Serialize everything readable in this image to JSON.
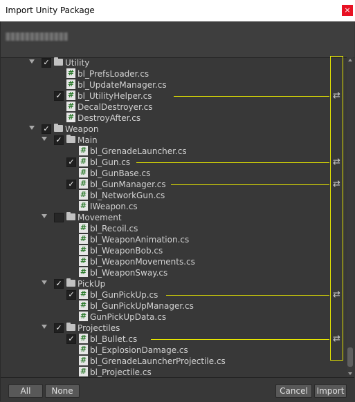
{
  "window": {
    "title": "Import Unity Package",
    "close_glyph": "×"
  },
  "tree": [
    {
      "label": "Utility",
      "kind": "folder",
      "depth": 1,
      "expanded": true,
      "checked": true,
      "changed": false
    },
    {
      "label": "bl_PrefsLoader.cs",
      "kind": "script",
      "depth": 2,
      "checked": null,
      "changed": false
    },
    {
      "label": "bl_UpdateManager.cs",
      "kind": "script",
      "depth": 2,
      "checked": null,
      "changed": false
    },
    {
      "label": "bl_UtilityHelper.cs",
      "kind": "script",
      "depth": 2,
      "checked": true,
      "changed": true
    },
    {
      "label": "DecalDestroyer.cs",
      "kind": "script",
      "depth": 2,
      "checked": null,
      "changed": false
    },
    {
      "label": "DestroyAfter.cs",
      "kind": "script",
      "depth": 2,
      "checked": null,
      "changed": false
    },
    {
      "label": "Weapon",
      "kind": "folder",
      "depth": 1,
      "expanded": true,
      "checked": true,
      "changed": false
    },
    {
      "label": "Main",
      "kind": "folder",
      "depth": 2,
      "expanded": true,
      "checked": true,
      "changed": false
    },
    {
      "label": "bl_GrenadeLauncher.cs",
      "kind": "script",
      "depth": 3,
      "checked": null,
      "changed": false
    },
    {
      "label": "bl_Gun.cs",
      "kind": "script",
      "depth": 3,
      "checked": true,
      "changed": true
    },
    {
      "label": "bl_GunBase.cs",
      "kind": "script",
      "depth": 3,
      "checked": null,
      "changed": false
    },
    {
      "label": "bl_GunManager.cs",
      "kind": "script",
      "depth": 3,
      "checked": true,
      "changed": true
    },
    {
      "label": "bl_NetworkGun.cs",
      "kind": "script",
      "depth": 3,
      "checked": null,
      "changed": false
    },
    {
      "label": "IWeapon.cs",
      "kind": "script",
      "depth": 3,
      "checked": null,
      "changed": false
    },
    {
      "label": "Movement",
      "kind": "folder",
      "depth": 2,
      "expanded": true,
      "checked": false,
      "changed": false
    },
    {
      "label": "bl_Recoil.cs",
      "kind": "script",
      "depth": 3,
      "checked": null,
      "changed": false
    },
    {
      "label": "bl_WeaponAnimation.cs",
      "kind": "script",
      "depth": 3,
      "checked": null,
      "changed": false
    },
    {
      "label": "bl_WeaponBob.cs",
      "kind": "script",
      "depth": 3,
      "checked": null,
      "changed": false
    },
    {
      "label": "bl_WeaponMovements.cs",
      "kind": "script",
      "depth": 3,
      "checked": null,
      "changed": false
    },
    {
      "label": "bl_WeaponSway.cs",
      "kind": "script",
      "depth": 3,
      "checked": null,
      "changed": false
    },
    {
      "label": "PickUp",
      "kind": "folder",
      "depth": 2,
      "expanded": true,
      "checked": true,
      "changed": false
    },
    {
      "label": "bl_GunPickUp.cs",
      "kind": "script",
      "depth": 3,
      "checked": true,
      "changed": true
    },
    {
      "label": "bl_GunPickUpManager.cs",
      "kind": "script",
      "depth": 3,
      "checked": null,
      "changed": false
    },
    {
      "label": "GunPickUpData.cs",
      "kind": "script",
      "depth": 3,
      "checked": null,
      "changed": false
    },
    {
      "label": "Projectiles",
      "kind": "folder",
      "depth": 2,
      "expanded": true,
      "checked": true,
      "changed": false
    },
    {
      "label": "bl_Bullet.cs",
      "kind": "script",
      "depth": 3,
      "checked": true,
      "changed": true
    },
    {
      "label": "bl_ExplosionDamage.cs",
      "kind": "script",
      "depth": 3,
      "checked": null,
      "changed": false
    },
    {
      "label": "bl_GrenadeLauncherProjectile.cs",
      "kind": "script",
      "depth": 3,
      "checked": null,
      "changed": false
    },
    {
      "label": "bl_Projectile.cs",
      "kind": "script",
      "depth": 3,
      "checked": null,
      "changed": false
    }
  ],
  "icons": {
    "folder": "folder-icon",
    "script": "csharp-script-icon",
    "changed": "sync-icon",
    "check": "✓",
    "hash": "#",
    "sync_glyph": "⇄"
  },
  "colors": {
    "change_highlight": "#e6e600",
    "background": "#383838",
    "text": "#d2d2d2"
  },
  "footer": {
    "all_label": "All",
    "none_label": "None",
    "cancel_label": "Cancel",
    "import_label": "Import"
  }
}
